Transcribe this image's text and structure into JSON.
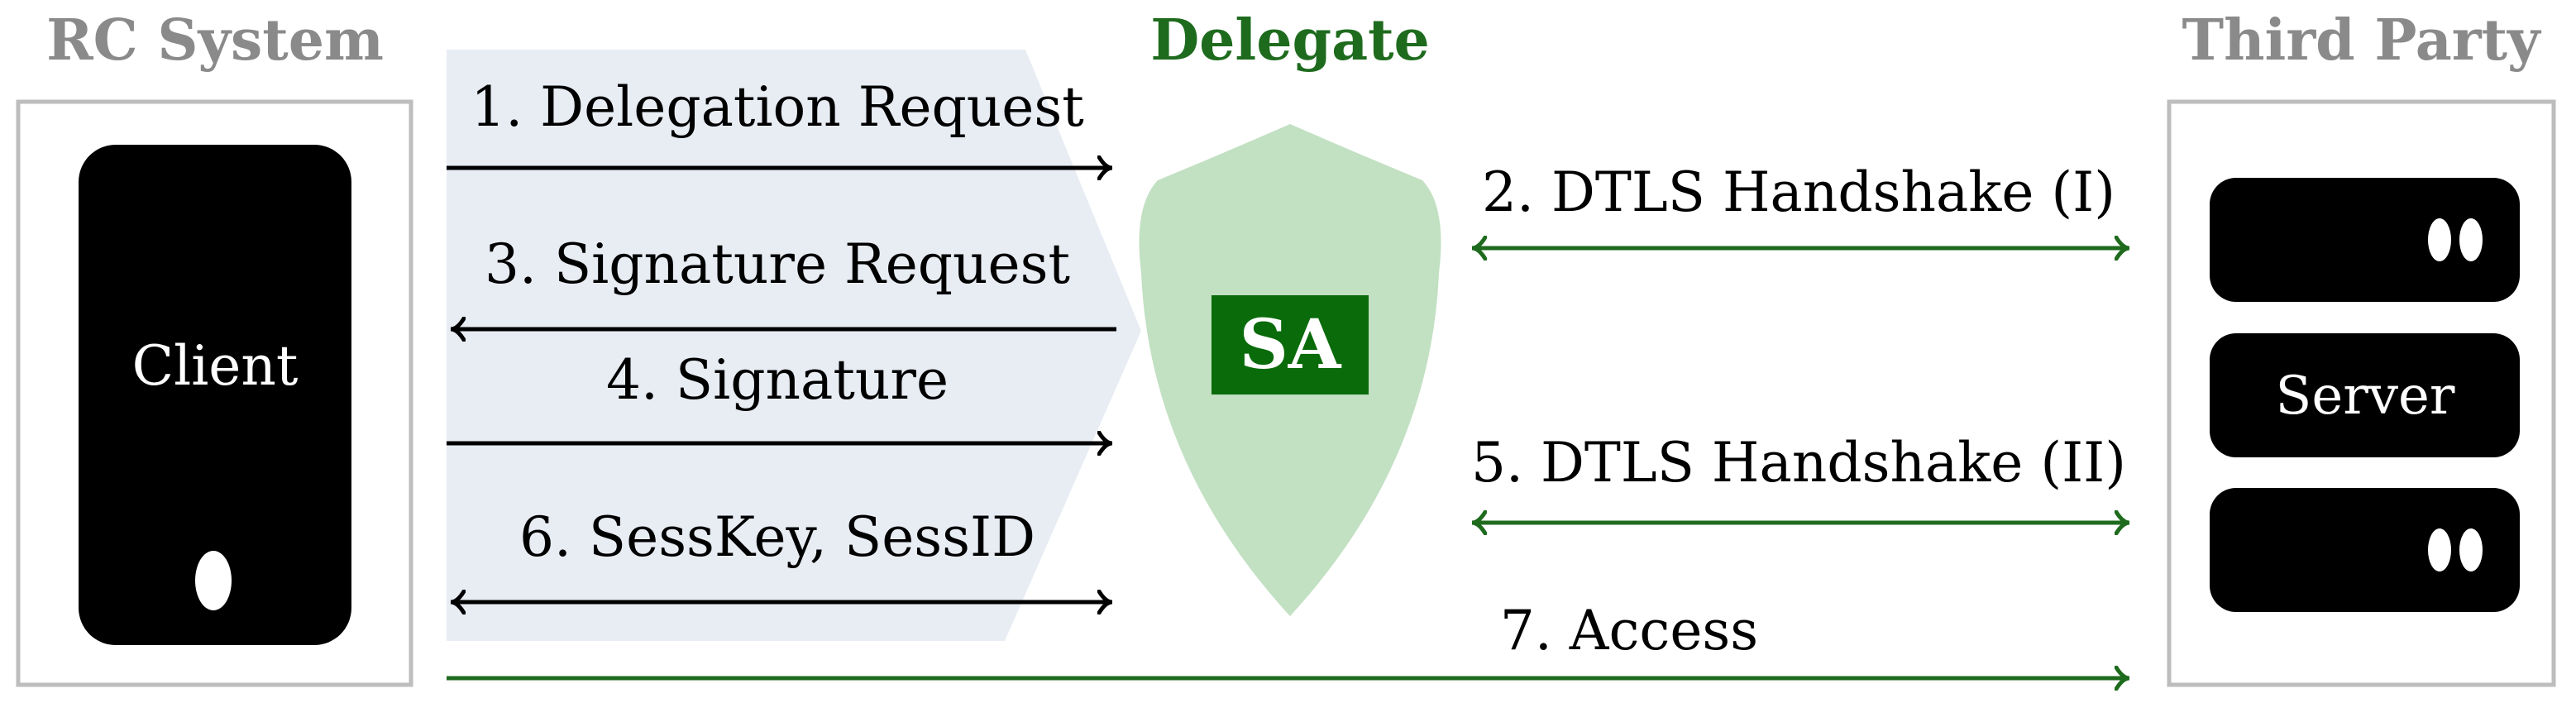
{
  "rc_system": {
    "title": "RC System",
    "client_label": "Client"
  },
  "delegate": {
    "title": "Delegate",
    "sa_label": "SA"
  },
  "third_party": {
    "title": "Third Party",
    "server_label": "Server"
  },
  "messages": {
    "m1": "1. Delegation Request",
    "m2": "2. DTLS Handshake (I)",
    "m3": "3. Signature Request",
    "m4": "4. Signature",
    "m5": "5. DTLS Handshake (II)",
    "m6": "6. SessKey, SessID",
    "m7": "7. Access"
  },
  "colors": {
    "gray_title": "#8a8a8a",
    "green": "#1e6b1e",
    "shield_fill": "#c2e0c2",
    "sa_box": "#0a6b0a",
    "band_fill": "#e8edf4",
    "black": "#000000",
    "box_border": "#bdbdbd"
  }
}
